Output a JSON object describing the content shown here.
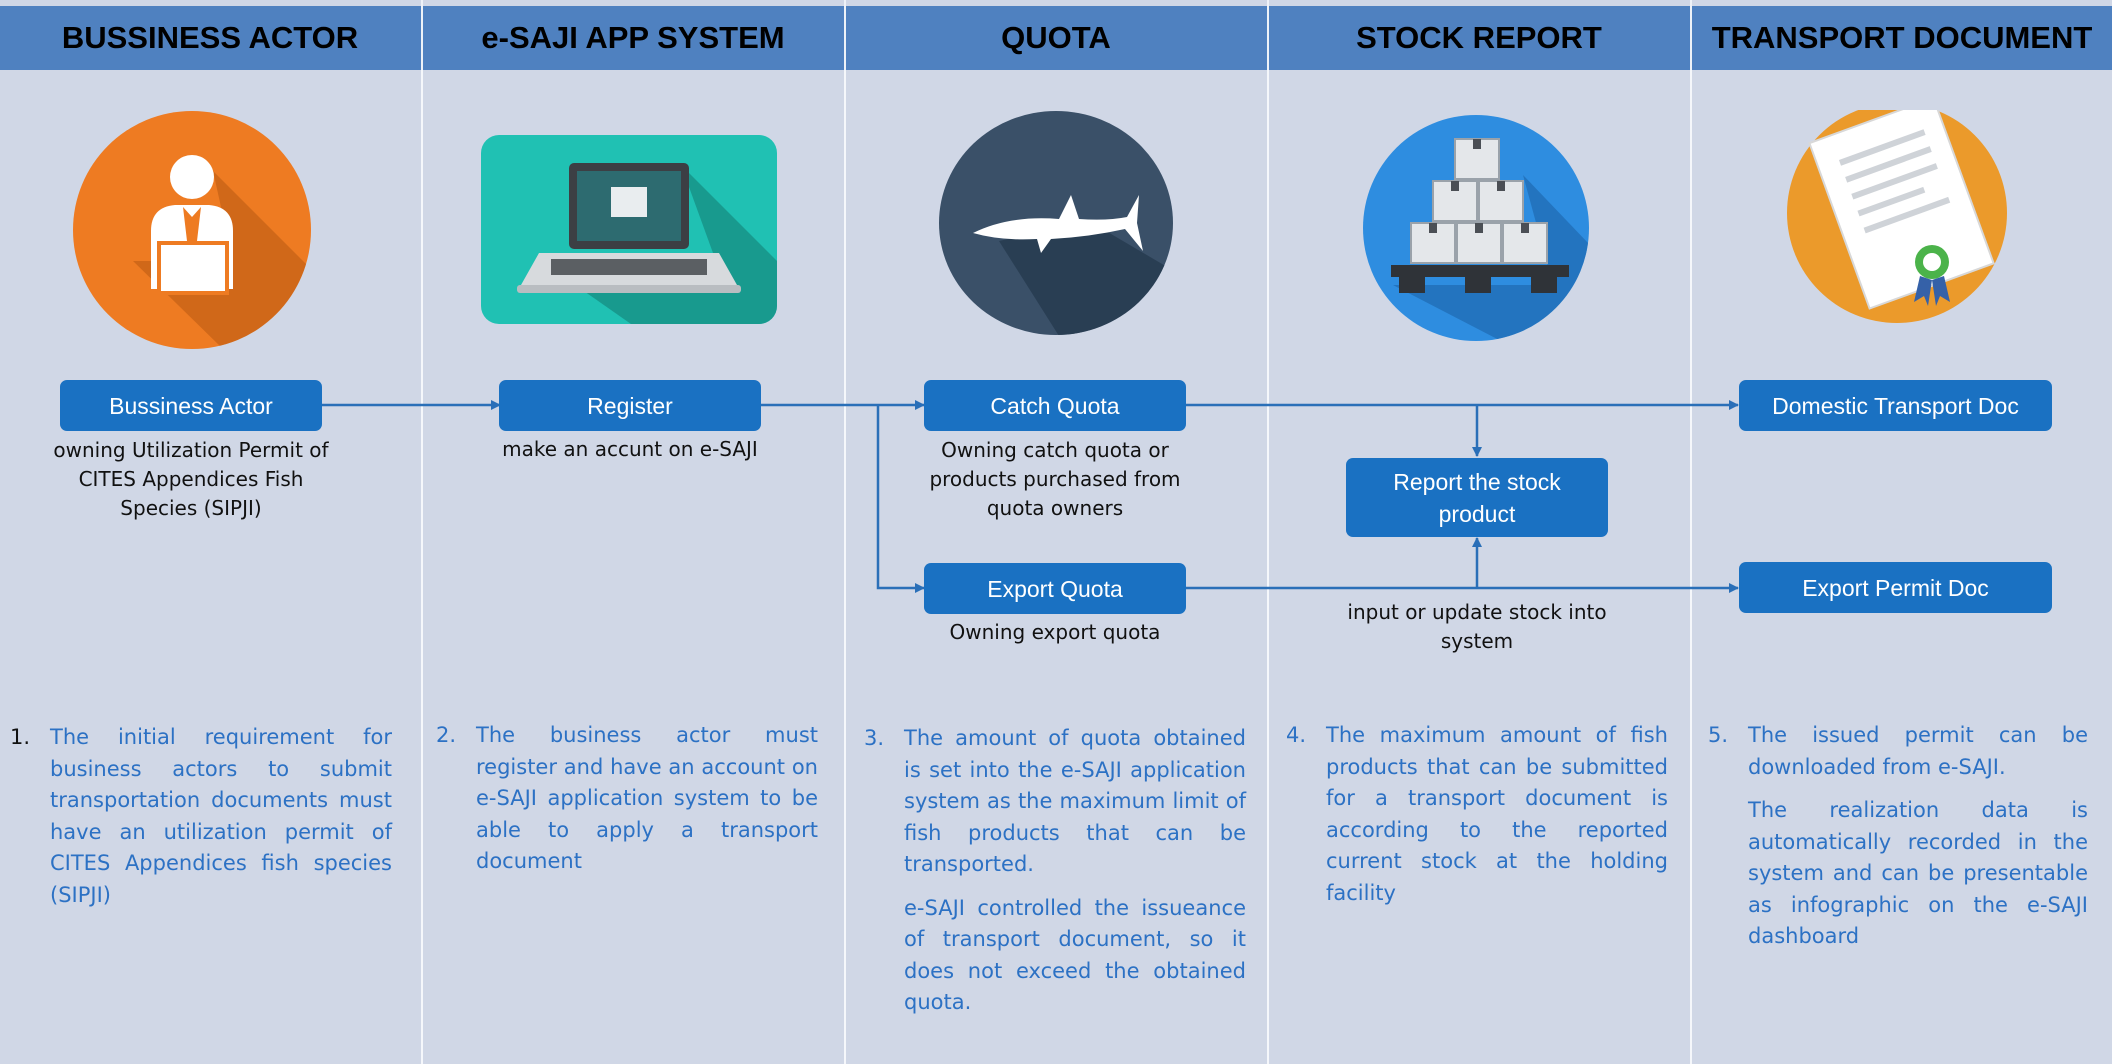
{
  "colors": {
    "background": "#d0d7e6",
    "header": "#4f81c0",
    "pill": "#1a71c2",
    "desc_text": "#2c71c4",
    "arrow": "#2a6fb8"
  },
  "columns": [
    {
      "title": "BUSSINESS ACTOR",
      "icon": "business-person-icon"
    },
    {
      "title": "e-SAJI APP SYSTEM",
      "icon": "laptop-icon"
    },
    {
      "title": "QUOTA",
      "icon": "shark-icon"
    },
    {
      "title": "STOCK REPORT",
      "icon": "boxes-stack-icon"
    },
    {
      "title": "TRANSPORT DOCUMENT",
      "icon": "certificate-document-icon"
    }
  ],
  "nodes": {
    "business_actor": "Bussiness Actor",
    "register": "Register",
    "catch_quota": "Catch Quota",
    "export_quota": "Export Quota",
    "report_stock": "Report the stock product",
    "domestic_doc": "Domestic Transport Doc",
    "export_doc": "Export Permit Doc"
  },
  "captions": {
    "business_actor": "owning Utilization Permit of CITES Appendices Fish Species (SIPJI)",
    "register": "make an accunt on e-SAJI",
    "catch_quota": "Owning catch quota or products purchased from quota owners",
    "export_quota": "Owning export quota",
    "stock": "input or update stock into system"
  },
  "descriptions": {
    "d1_num": "1.",
    "d1": "The initial requirement for business actors to submit transportation documents must have an utilization permit of CITES Appendices fish species (SIPJI)",
    "d2_num": "2.",
    "d2": "The business actor must register and have an account on e-SAJI application system to be able to apply a transport document",
    "d3_num": "3.",
    "d3a": "The amount of quota obtained is set into the e-SAJI application system as the maximum limit of fish products that can be transported.",
    "d3b": "e-SAJI controlled the issueance of transport document, so it does not exceed the obtained quota.",
    "d4_num": "4.",
    "d4": "The maximum amount of fish products that can be submitted for a transport document is according to the reported current stock at the holding facility",
    "d5_num": "5.",
    "d5a": "The issued permit can be downloaded from e-SAJI.",
    "d5b": "The realization data is automatically recorded in the system and can be presentable as infographic on the e-SAJI dashboard"
  }
}
